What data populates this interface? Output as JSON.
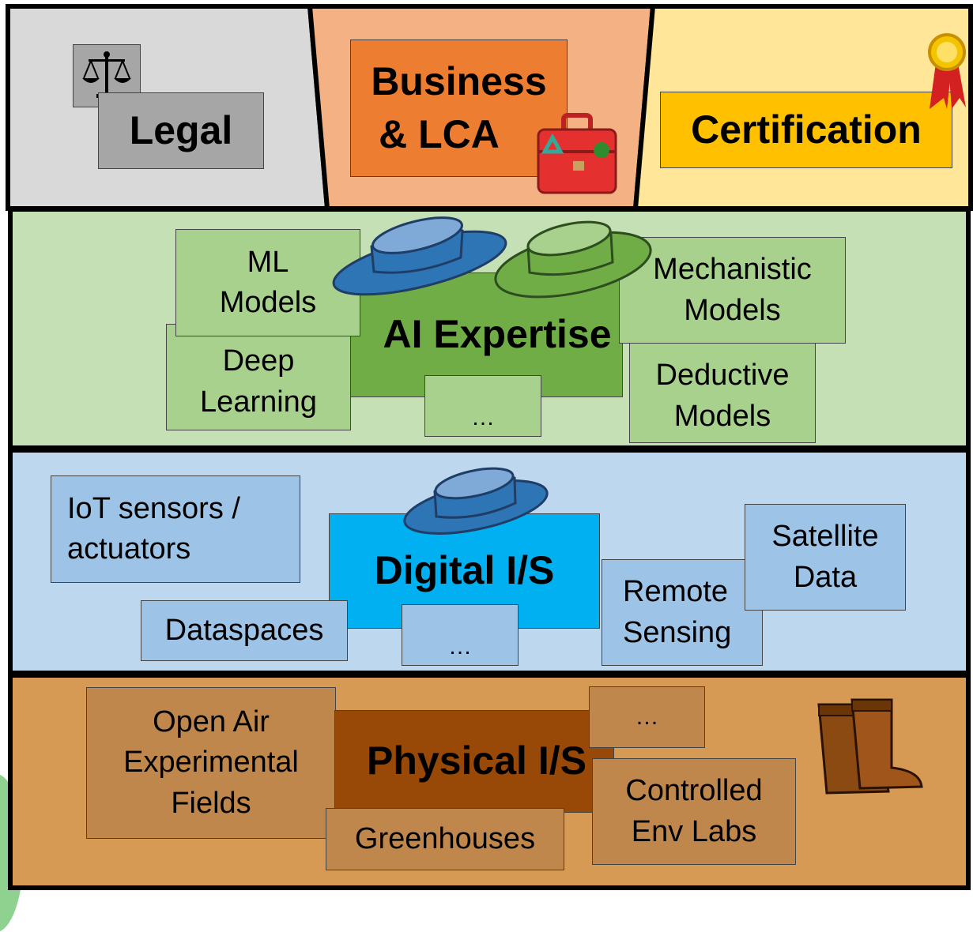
{
  "top": {
    "legal": "Legal",
    "business_line1": "Business",
    "business_line2": "& LCA",
    "certification": "Certification"
  },
  "ai": {
    "title": "AI Expertise",
    "ml_line1": "ML",
    "ml_line2": "Models",
    "deep_line1": "Deep",
    "deep_line2": "Learning",
    "mech_line1": "Mechanistic",
    "mech_line2": "Models",
    "deductive_line1": "Deductive",
    "deductive_line2": "Models",
    "more": "…"
  },
  "digital": {
    "title": "Digital I/S",
    "iot_line1": "IoT sensors /",
    "iot_line2": "actuators",
    "dataspaces": "Dataspaces",
    "remote_line1": "Remote",
    "remote_line2": "Sensing",
    "satellite_line1": "Satellite",
    "satellite_line2": "Data",
    "more": "…"
  },
  "physical": {
    "title": "Physical I/S",
    "openair_line1": "Open Air",
    "openair_line2": "Experimental",
    "openair_line3": "Fields",
    "greenhouses": "Greenhouses",
    "controlled_line1": "Controlled",
    "controlled_line2": "Env Labs",
    "more": "…"
  },
  "colors": {
    "legal_bg": "#d9d9d9",
    "business_bg": "#f4b183",
    "certification_bg": "#ffe699",
    "ai_bg": "#c5e0b4",
    "digital_bg": "#bdd7ee",
    "physical_bg": "#d69a55",
    "hat_blue": "#2e75b6",
    "hat_green": "#70ad47"
  },
  "icons": [
    "scales-of-justice-icon",
    "briefcase-recycle-icon",
    "award-ribbon-icon",
    "blue-hat-icon",
    "green-hat-icon",
    "boots-icon"
  ]
}
